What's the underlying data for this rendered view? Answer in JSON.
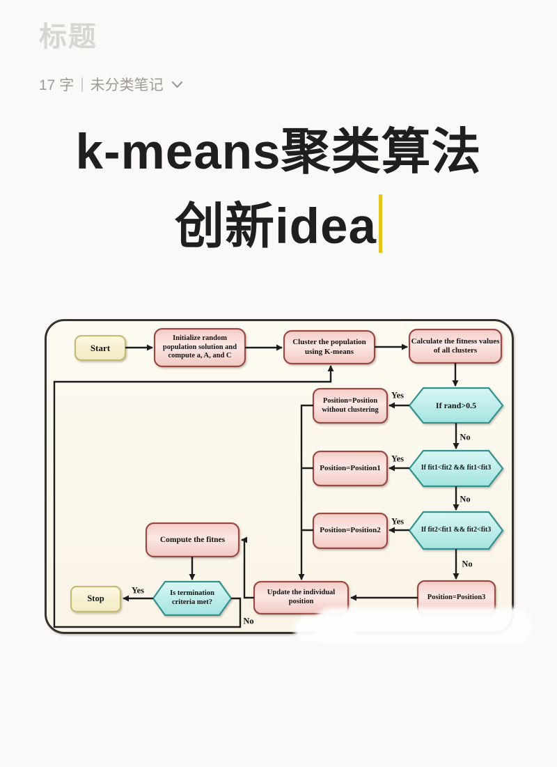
{
  "app": {
    "title_placeholder": "标题",
    "char_count": "17 字",
    "meta_divider": "|",
    "category_label": "未分类笔记",
    "note_title_line1": "k-means聚类算法",
    "note_title_line2": "创新idea"
  },
  "flowchart": {
    "nodes": {
      "start": "Start",
      "init": "Initialize random population solution and compute a, A, and C",
      "cluster": "Cluster the population using K-means",
      "calc": "Calculate the fitness values of all clusters",
      "if_rand": "If rand>0.5",
      "pos_without": "Position=Position without clustering",
      "if_fit1": "If fit1<fit2 && fit1<fit3",
      "pos1": "Position=Position1",
      "if_fit2": "If fit2<fit1 && fit2<fit3",
      "pos2": "Position=Position2",
      "pos3": "Position=Position3",
      "update": "Update the individual position",
      "compute": "Compute the fitnes",
      "terminate": "Is termination criteria met?",
      "stop": "Stop"
    },
    "edge_labels": {
      "rand_yes": "Yes",
      "rand_no": "No",
      "fit1_yes": "Yes",
      "fit1_no": "No",
      "fit2_yes": "Yes",
      "fit2_no": "No",
      "term_yes": "Yes",
      "term_no": "No"
    },
    "colors": {
      "process_fill": "#f8d6d1",
      "process_border": "#9a4a42",
      "decision_fill": "#b9ecea",
      "decision_border": "#2f918e",
      "terminal_fill": "#faf4d8",
      "terminal_border": "#c6bb74",
      "arrow": "#1c1c1c",
      "cursor": "#e4c31d"
    }
  }
}
